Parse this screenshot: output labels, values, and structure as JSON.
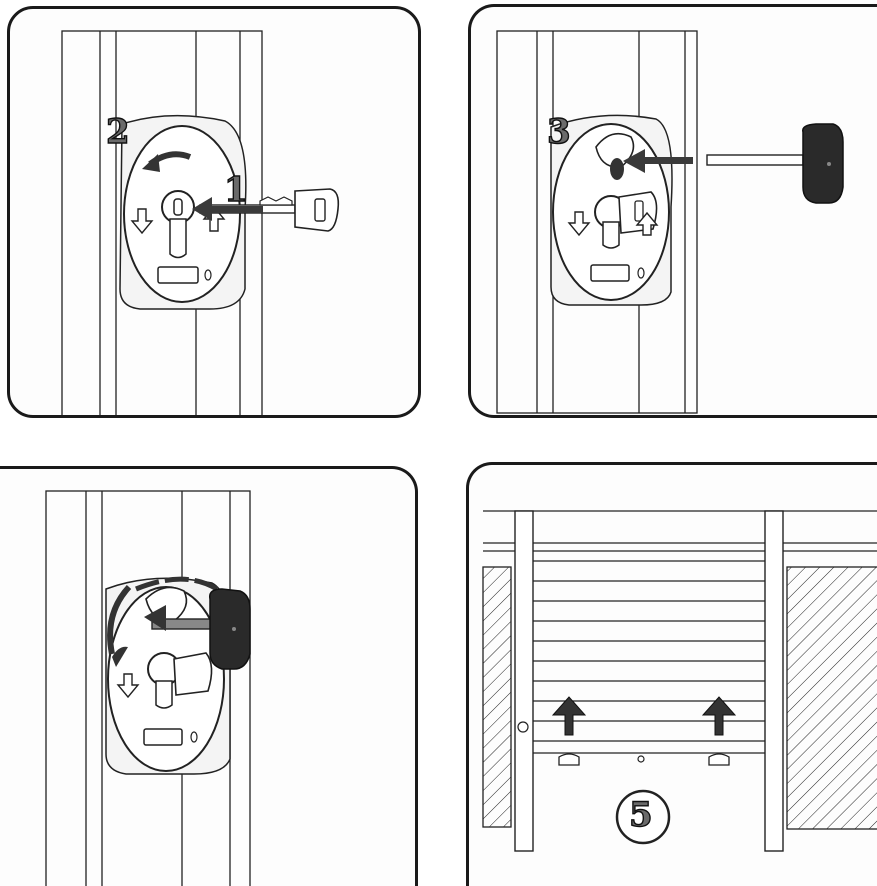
{
  "steps": {
    "one": "1",
    "two": "2",
    "three": "3",
    "five": "5"
  },
  "colors": {
    "outline": "#1a1a1a",
    "arrow": "#3a3a3a",
    "key_dark": "#2a2a2a",
    "background": "#ffffff"
  },
  "icons": [
    "key-icon",
    "t-handle-key-icon",
    "arrow-icon",
    "down-arrow-icon",
    "up-arrow-icon",
    "rotation-arrow-icon",
    "lock-cylinder-icon"
  ]
}
